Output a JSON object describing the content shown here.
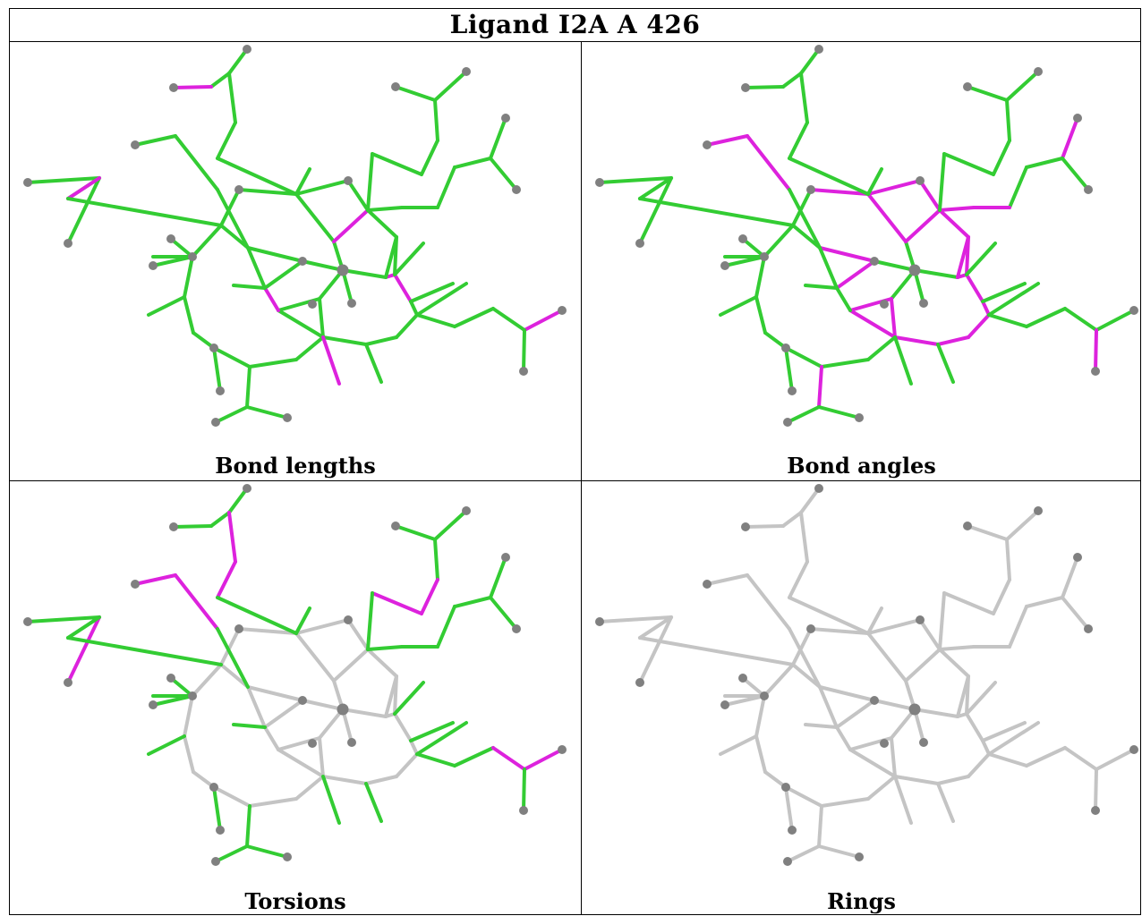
{
  "title": "Ligand I2A A 426",
  "panels": [
    {
      "caption": "Bond lengths",
      "mode": "bonds"
    },
    {
      "caption": "Bond angles",
      "mode": "angles"
    },
    {
      "caption": "Torsions",
      "mode": "torsions"
    },
    {
      "caption": "Rings",
      "mode": "rings"
    }
  ],
  "colors": {
    "green": "#33cc33",
    "magenta": "#dd22dd",
    "grey": "#c4c4c4",
    "atom": "#808080"
  }
}
